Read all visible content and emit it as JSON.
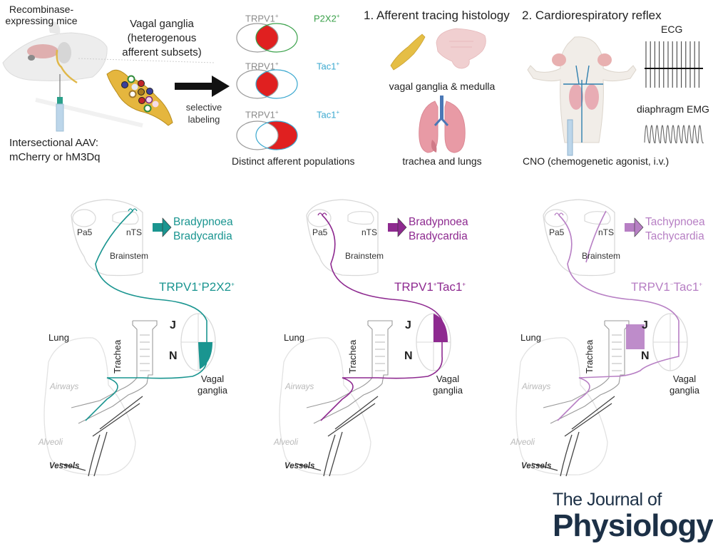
{
  "top": {
    "mouse_label": [
      "Recombinase-",
      "expressing mice"
    ],
    "aav_label": [
      "Intersectional AAV:",
      "mCherry or hM3Dq"
    ],
    "ganglia_label": [
      "Vagal ganglia",
      "(heterogenous",
      "afferent subsets)"
    ],
    "arrow_label": [
      "selective",
      "labeling"
    ],
    "venn": [
      {
        "left": "TRPV1",
        "left_sup": "+",
        "right": "P2X2",
        "right_sup": "+",
        "right_color": "#3aa14a",
        "fill": "intersection"
      },
      {
        "left": "TRPV1",
        "left_sup": "+",
        "right": "Tac1",
        "right_sup": "+",
        "right_color": "#3aa8cf",
        "fill": "intersection"
      },
      {
        "left": "TRPV1",
        "left_sup": "+",
        "right": "Tac1",
        "right_sup": "+",
        "right_color": "#3aa8cf",
        "fill": "right-only"
      }
    ],
    "venn_caption": "Distinct afferent populations",
    "section1_title": "1. Afferent tracing histology",
    "section1_items": [
      "vagal ganglia & medulla",
      "trachea and lungs"
    ],
    "section2_title": "2. Cardiorespiratory reflex",
    "ecg_label": "ECG",
    "emg_label": "diaphragm EMG",
    "cno_label": "CNO (chemogenetic agonist, i.v.)"
  },
  "panels": [
    {
      "color": "#1a9590",
      "population": "TRPV1",
      "pop_sup1": "+",
      "pop_mid": "P2X2",
      "pop_sup2": "+",
      "responses": [
        "Bradypnoea",
        "Bradycardia"
      ],
      "brainstem_labels": {
        "pa5": "Pa5",
        "nts": "nTS",
        "brainstem": "Brainstem"
      },
      "lung_labels": {
        "lung": "Lung",
        "trachea": "Trachea",
        "airways": "Airways",
        "alveoli": "Alveoli",
        "vessels": "Vessels"
      },
      "ganglia_labels": {
        "j": "J",
        "n": "N",
        "vagal": [
          "Vagal",
          "ganglia"
        ]
      },
      "ganglion_fill": "N-quadrant"
    },
    {
      "color": "#8e2a90",
      "population": "TRPV1",
      "pop_sup1": "+",
      "pop_mid": "Tac1",
      "pop_sup2": "+",
      "responses": [
        "Bradypnoea",
        "Bradycardia"
      ],
      "brainstem_labels": {
        "pa5": "Pa5",
        "nts": "nTS",
        "brainstem": "Brainstem"
      },
      "lung_labels": {
        "lung": "Lung",
        "trachea": "Trachea",
        "airways": "Airways",
        "alveoli": "Alveoli",
        "vessels": "Vessels"
      },
      "ganglia_labels": {
        "j": "J",
        "n": "N",
        "vagal": [
          "Vagal",
          "ganglia"
        ]
      },
      "ganglion_fill": "J-quadrant"
    },
    {
      "color": "#b77fc4",
      "population": "TRPV1",
      "pop_sup1": "−",
      "pop_mid": "Tac1",
      "pop_sup2": "+",
      "responses": [
        "Tachypnoea",
        "Tachycardia"
      ],
      "brainstem_labels": {
        "pa5": "Pa5",
        "nts": "nTS",
        "brainstem": "Brainstem"
      },
      "lung_labels": {
        "lung": "Lung",
        "trachea": "Trachea",
        "airways": "Airways",
        "alveoli": "Alveoli",
        "vessels": "Vessels"
      },
      "ganglia_labels": {
        "j": "J",
        "n": "N",
        "vagal": [
          "Vagal",
          "ganglia"
        ]
      },
      "ganglion_fill": "J-N-band"
    }
  ],
  "logo": {
    "line1": "The Journal of",
    "line2": "Physiology"
  }
}
